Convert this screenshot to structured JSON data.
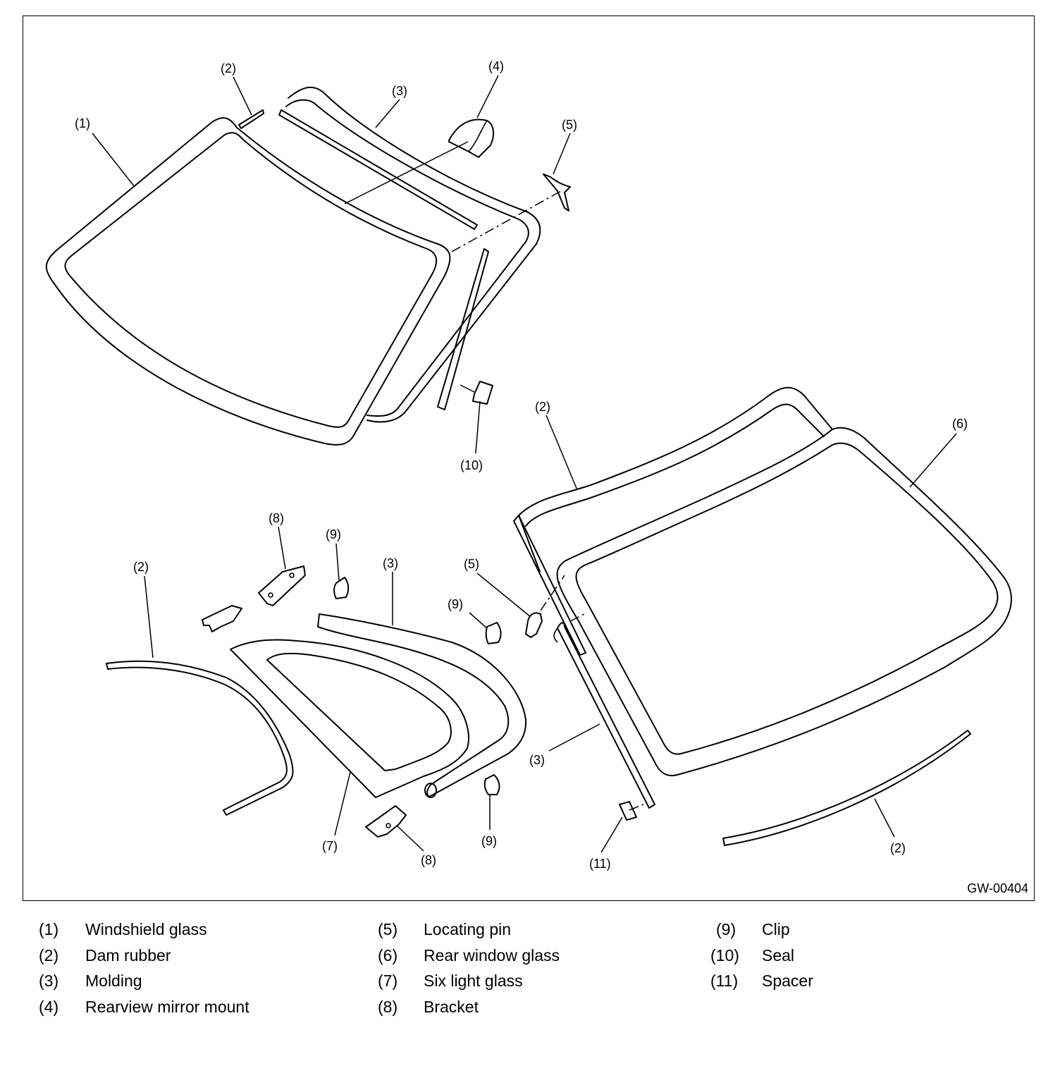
{
  "figure": {
    "id": "GW-00404",
    "callouts": {
      "c1": "(1)",
      "c2a": "(2)",
      "c3a": "(3)",
      "c4": "(4)",
      "c5a": "(5)",
      "c10": "(10)",
      "c2b": "(2)",
      "c6": "(6)",
      "c8a": "(8)",
      "c9a": "(9)",
      "c2c": "(2)",
      "c3b": "(3)",
      "c5b": "(5)",
      "c9b": "(9)",
      "c3c": "(3)",
      "c7": "(7)",
      "c8b": "(8)",
      "c9c": "(9)",
      "c11": "(11)",
      "c2d": "(2)"
    }
  },
  "legend": {
    "col1": [
      {
        "num": "(1)",
        "name": "Windshield glass"
      },
      {
        "num": "(2)",
        "name": "Dam rubber"
      },
      {
        "num": "(3)",
        "name": "Molding"
      },
      {
        "num": "(4)",
        "name": "Rearview mirror mount"
      }
    ],
    "col2": [
      {
        "num": "(5)",
        "name": "Locating pin"
      },
      {
        "num": "(6)",
        "name": "Rear window glass"
      },
      {
        "num": "(7)",
        "name": "Six light glass"
      },
      {
        "num": "(8)",
        "name": "Bracket"
      }
    ],
    "col3": [
      {
        "num": "(9)",
        "name": "Clip"
      },
      {
        "num": "(10)",
        "name": "Seal"
      },
      {
        "num": "(11)",
        "name": "Spacer"
      }
    ]
  }
}
